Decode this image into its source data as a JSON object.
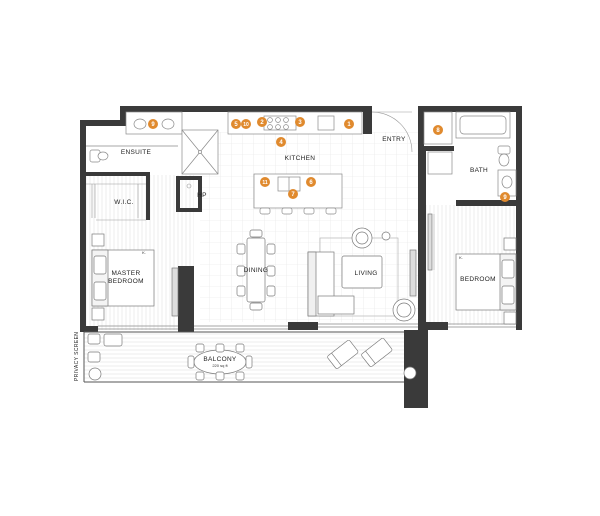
{
  "rooms": {
    "ensuite": "ENSUITE",
    "kitchen": "KITCHEN",
    "entry": "ENTRY",
    "bath": "BATH",
    "wic": "W.I.C.",
    "hp": "HP",
    "master_line1": "MASTER",
    "master_line2": "BEDROOM",
    "dining": "DINING",
    "living": "LIVING",
    "bedroom": "BEDROOM",
    "balcony": "BALCONY",
    "balcony_area": "220 sq ft",
    "bed_tag_master": "K.",
    "bed_tag_second": "K."
  },
  "privacy_screen": "PRIVACY SCREEN",
  "markers": {
    "m1": "1",
    "m2": "2",
    "m3": "3",
    "m4": "4",
    "m5": "5",
    "m6": "6",
    "m7": "7",
    "m8": "8",
    "m9a": "9",
    "m9b": "9",
    "m10": "10",
    "m11": "11"
  },
  "colors": {
    "wall": "#3a3a3a",
    "marker": "#e08a2e",
    "fixture": "#9a9a9a",
    "floor_grid": "#e6e6e6"
  }
}
